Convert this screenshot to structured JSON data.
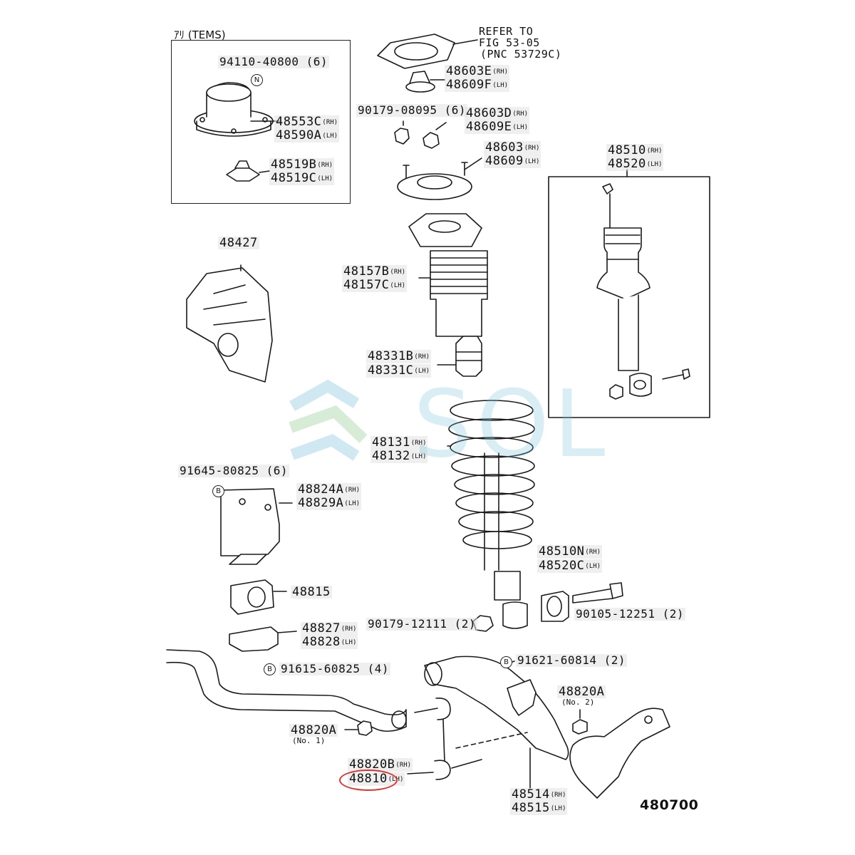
{
  "tems_box": {
    "title": "ｱﾘ (TEMS)"
  },
  "refer": {
    "line1": "REFER TO",
    "line2": "FIG 53-05",
    "line3": "(PNC 53729C)"
  },
  "parts": [
    {
      "pn": "94110-40800 (6)",
      "side": ""
    },
    {
      "pn": "48553C",
      "side": "(RH)"
    },
    {
      "pn": "48590A",
      "side": "(LH)"
    },
    {
      "pn": "48519B",
      "side": "(RH)"
    },
    {
      "pn": "48519C",
      "side": "(LH)"
    },
    {
      "pn": "48603E",
      "side": "(RH)"
    },
    {
      "pn": "48609F",
      "side": "(LH)"
    },
    {
      "pn": "90179-08095 (6)",
      "side": ""
    },
    {
      "pn": "48603D",
      "side": "(RH)"
    },
    {
      "pn": "48609E",
      "side": "(LH)"
    },
    {
      "pn": "48603",
      "side": "(RH)"
    },
    {
      "pn": "48609",
      "side": "(LH)"
    },
    {
      "pn": "48510",
      "side": "(RH)"
    },
    {
      "pn": "48520",
      "side": "(LH)"
    },
    {
      "pn": "48427",
      "side": ""
    },
    {
      "pn": "48157B",
      "side": "(RH)"
    },
    {
      "pn": "48157C",
      "side": "(LH)"
    },
    {
      "pn": "48331B",
      "side": "(RH)"
    },
    {
      "pn": "48331C",
      "side": "(LH)"
    },
    {
      "pn": "48131",
      "side": "(RH)"
    },
    {
      "pn": "48132",
      "side": "(LH)"
    },
    {
      "pn": "91645-80825 (6)",
      "side": ""
    },
    {
      "pn": "48824A",
      "side": "(RH)"
    },
    {
      "pn": "48829A",
      "side": "(LH)"
    },
    {
      "pn": "48815",
      "side": ""
    },
    {
      "pn": "48510N",
      "side": "(RH)"
    },
    {
      "pn": "48520C",
      "side": "(LH)"
    },
    {
      "pn": "90179-12111 (2)",
      "side": ""
    },
    {
      "pn": "90105-12251 (2)",
      "side": ""
    },
    {
      "pn": "48827",
      "side": "(RH)"
    },
    {
      "pn": "48828",
      "side": "(LH)"
    },
    {
      "pn": "91615-60825 (4)",
      "side": ""
    },
    {
      "pn": "91621-60814 (2)",
      "side": ""
    },
    {
      "pn": "48820A",
      "side": ""
    },
    {
      "pn": "48820A",
      "side": ""
    },
    {
      "pn": "48820B",
      "side": "(RH)"
    },
    {
      "pn": "48810",
      "side": "(LH)"
    },
    {
      "pn": "48514",
      "side": "(RH)"
    },
    {
      "pn": "48515",
      "side": "(LH)"
    }
  ],
  "notes": {
    "no1": "(No. 1)",
    "no2": "(No. 2)"
  },
  "symbols": {
    "n": "N",
    "b": "B"
  },
  "reference_number": "480700",
  "watermark": "SOL",
  "highlight_color": "#e0332f"
}
